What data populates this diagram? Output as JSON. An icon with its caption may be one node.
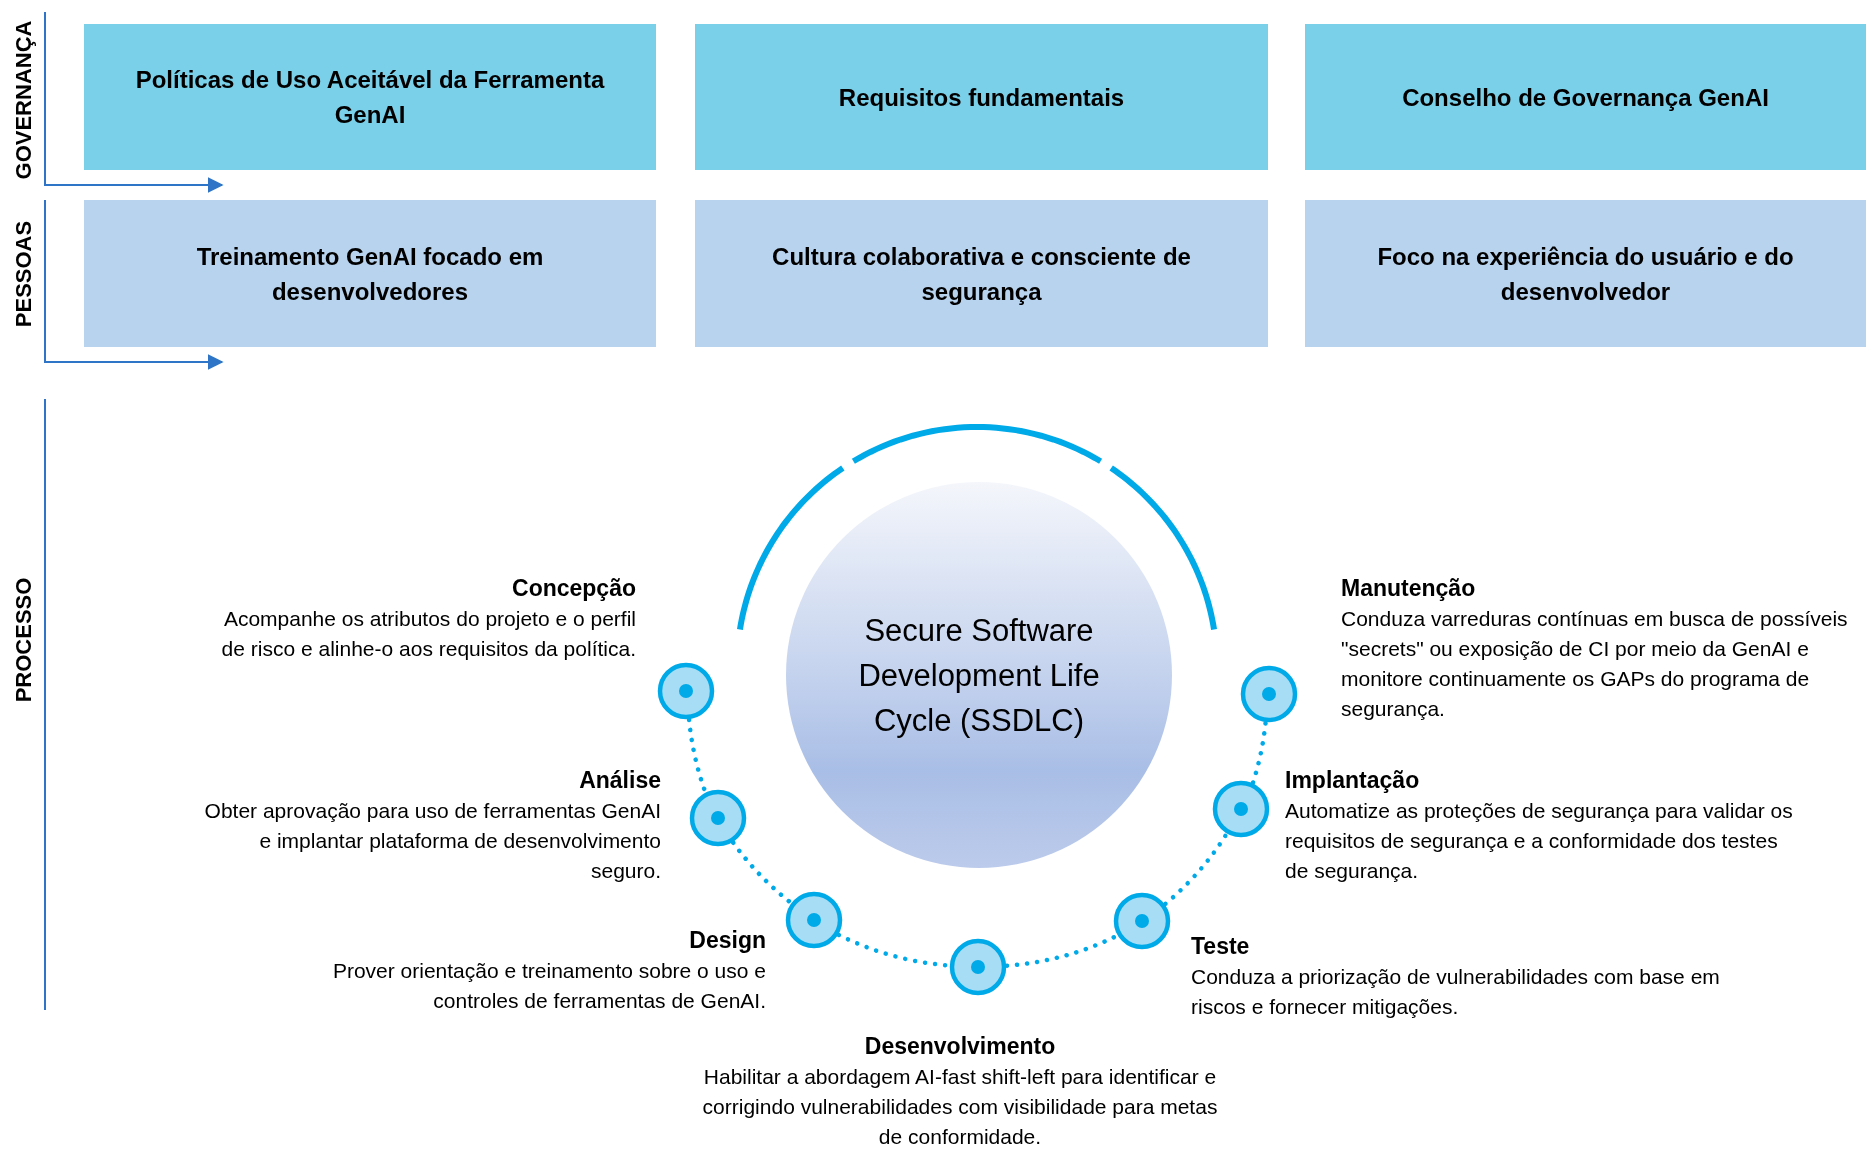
{
  "diagram": {
    "nodes": [
      {
        "text": [
          "Políticas de Uso Aceitável da Ferramenta GenAI"
        ]
      },
      {
        "text": [
          "Requisitos fundamentais"
        ]
      },
      {
        "text": [
          "Conselho de Governança GenAI"
        ]
      },
      {
        "text": [
          "Treinamento GenAI focado em desenvolvedores"
        ]
      },
      {
        "text": [
          "Cultura colaborativa e consciente de segurança"
        ]
      },
      {
        "text": [
          "Foco na experiência do usuário e do desenvolvedor"
        ]
      },
      {
        "text": [
          "Secure Software Development Life Cycle (SSDLC)"
        ]
      },
      {
        "text": [],
        "shape": "circle",
        "beside": [
          "Concepção",
          "Acompanhe os atributos do projeto e o perfil de risco e alinhe-o aos requisitos da política."
        ]
      },
      {
        "text": [],
        "shape": "circle",
        "beside": [
          "Análise",
          "Obter aprovação para uso de ferramentas GenAI e implantar plataforma de desenvolvimento seguro."
        ]
      },
      {
        "text": [],
        "shape": "circle",
        "beside": [
          "Design",
          "Prover orientação e treinamento sobre o uso e controles de ferramentas de GenAI."
        ]
      },
      {
        "text": [],
        "shape": "circle",
        "beside": [
          "Desenvolvimento",
          "Habilitar a abordagem AI-fast shift-left para identificar e corrigindo vulnerabilidades com visibilidade para metas de conformidade."
        ]
      },
      {
        "text": [],
        "shape": "circle",
        "beside": [
          "Teste",
          "Conduza a priorização de vulnerabilidades com base em riscos e fornecer mitigações."
        ]
      },
      {
        "text": [],
        "shape": "circle",
        "beside": [
          "Implantação",
          "Automatize as proteções de segurança para validar os requisitos de segurança e a conformidade dos testes de segurança."
        ]
      },
      {
        "text": [],
        "shape": "circle",
        "beside": [
          "Manutenção",
          "Conduza varreduras contínuas em busca de possíveis \"secrets\" ou exposição de CI por meio da GenAI e monitore continuamente os GAPs do programa de segurança."
        ]
      }
    ],
    "edges": [
      {
        "from": 7,
        "to": 8,
        "arrow": "none"
      },
      {
        "from": 8,
        "to": 9,
        "arrow": "none"
      },
      {
        "from": 9,
        "to": 10,
        "arrow": "none"
      },
      {
        "from": 10,
        "to": 11,
        "arrow": "none"
      },
      {
        "from": 11,
        "to": 12,
        "arrow": "none"
      },
      {
        "from": 12,
        "to": 13,
        "arrow": "none"
      }
    ],
    "labels": [
      "GOVERNANÇA",
      "PESSOAS",
      "PROCESSO"
    ]
  }
}
